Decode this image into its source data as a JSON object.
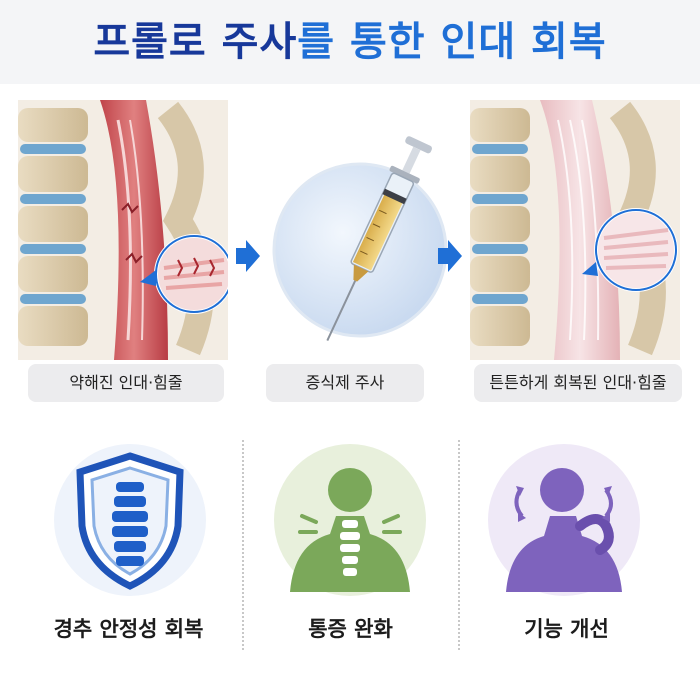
{
  "title": {
    "part1": "프롤로 주사",
    "part2": "를 통한 인대 회복"
  },
  "steps": [
    {
      "label": "약해진 인대·힘줄",
      "icon": "weak-ligament-spine-illustration"
    },
    {
      "label": "증식제 주사",
      "icon": "syringe-illustration"
    },
    {
      "label": "튼튼하게 회복된 인대·힘줄",
      "icon": "healthy-ligament-spine-illustration"
    }
  ],
  "benefits": [
    {
      "label": "경추 안정성 회복",
      "icon": "spine-shield-icon"
    },
    {
      "label": "통증 완화",
      "icon": "neck-pain-relief-icon"
    },
    {
      "label": "기능 개선",
      "icon": "neck-rotation-icon"
    }
  ],
  "colors": {
    "title_dark": "#17389a",
    "title_blue": "#1f6fd6",
    "arrow_blue": "#1f6fd6",
    "pill_bg": "#ececee",
    "green": "#7ba85a",
    "purple": "#7e63bd"
  }
}
